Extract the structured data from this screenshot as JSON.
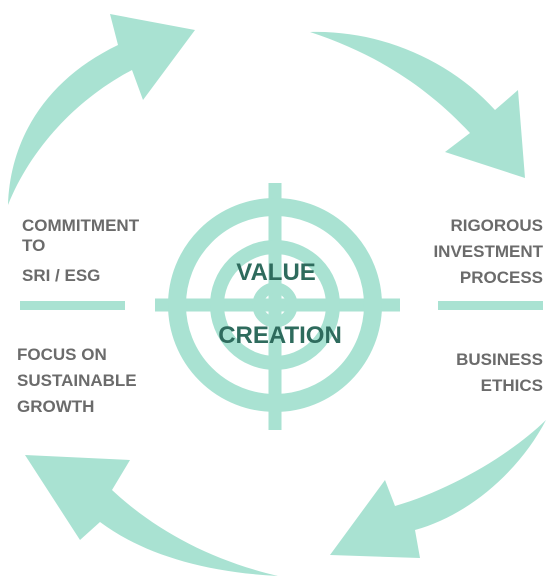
{
  "colors": {
    "accent": "#a9e2d2",
    "text": "#6b6b6b",
    "center_text": "#2e6b5d"
  },
  "center": {
    "line1": "VALUE",
    "line2": "CREATION"
  },
  "labels": {
    "commitment": [
      "COMMITMENT",
      "TO",
      "SRI / ESG"
    ],
    "rigorous": [
      "RIGOROUS",
      "INVESTMENT",
      "PROCESS"
    ],
    "focus": [
      "FOCUS ON",
      "SUSTAINABLE",
      "GROWTH"
    ],
    "ethics": [
      "BUSINESS",
      "ETHICS"
    ]
  }
}
